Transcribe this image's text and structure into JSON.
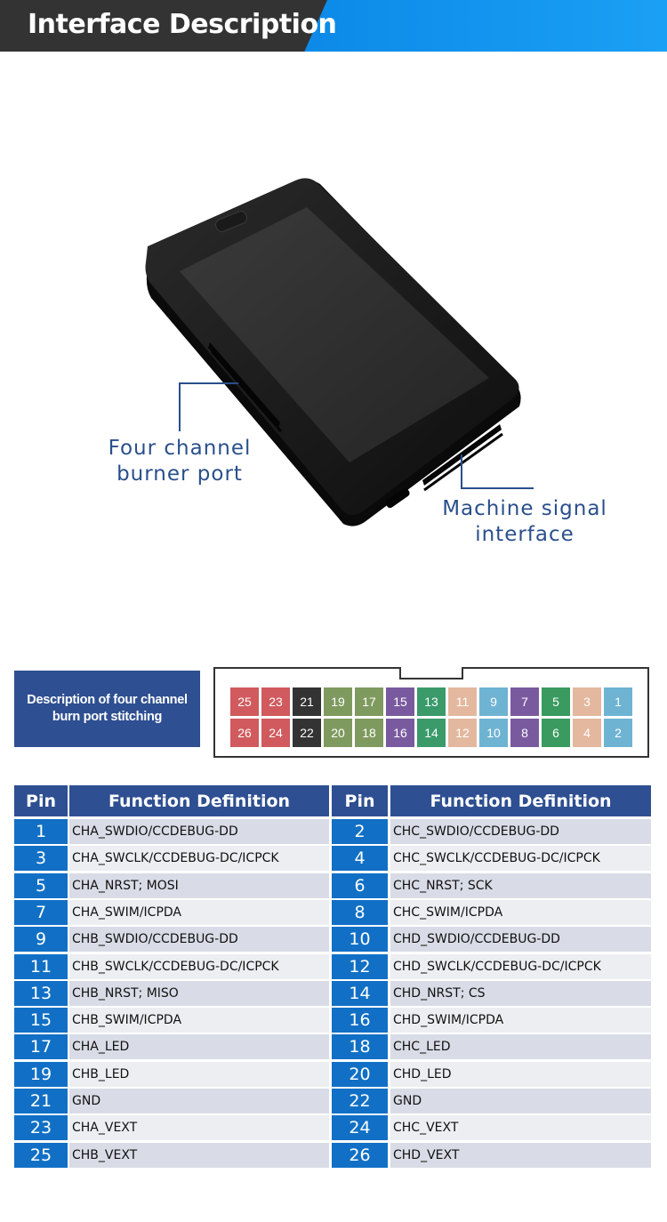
{
  "header": {
    "title": "Interface Description"
  },
  "device": {
    "callouts": [
      {
        "lines": [
          "Four channel",
          "burner port"
        ]
      },
      {
        "lines": [
          "Machine signal",
          "interface"
        ]
      }
    ]
  },
  "port": {
    "description_lines": [
      "Description of four channel",
      "burn port stitching"
    ],
    "top_row": [
      "25",
      "23",
      "21",
      "19",
      "17",
      "15",
      "13",
      "11",
      "9",
      "7",
      "5",
      "3",
      "1"
    ],
    "bottom_row": [
      "26",
      "24",
      "22",
      "20",
      "18",
      "16",
      "14",
      "12",
      "10",
      "8",
      "6",
      "4",
      "2"
    ],
    "column_colors": [
      "#d05a5d",
      "#d05a5d",
      "#333333",
      "#7f9a5f",
      "#7f9a5f",
      "#7a5a9f",
      "#3a9a6a",
      "#d3a68a",
      "#5aa3c3",
      "#7a5a9f",
      "#3a9a5f",
      "#d3a68a",
      "#5aa3c3"
    ]
  },
  "table": {
    "headers": [
      "Pin",
      "Function Definition",
      "Pin",
      "Function Definition"
    ],
    "rows": [
      [
        "1",
        "CHA_SWDIO/CCDEBUG-DD",
        "2",
        "CHC_SWDIO/CCDEBUG-DD"
      ],
      [
        "3",
        "CHA_SWCLK/CCDEBUG-DC/ICPCK",
        "4",
        "CHC_SWCLK/CCDEBUG-DC/ICPCK"
      ],
      [
        "5",
        "CHA_NRST; MOSI",
        "6",
        "CHC_NRST; SCK"
      ],
      [
        "7",
        "CHA_SWIM/ICPDA",
        "8",
        "CHC_SWIM/ICPDA"
      ],
      [
        "9",
        "CHB_SWDIO/CCDEBUG-DD",
        "10",
        "CHD_SWDIO/CCDEBUG-DD"
      ],
      [
        "11",
        "CHB_SWCLK/CCDEBUG-DC/ICPCK",
        "12",
        "CHD_SWCLK/CCDEBUG-DC/ICPCK"
      ],
      [
        "13",
        "CHB_NRST; MISO",
        "14",
        "CHD_NRST; CS"
      ],
      [
        "15",
        "CHB_SWIM/ICPDA",
        "16",
        "CHD_SWIM/ICPDA"
      ],
      [
        "17",
        "CHA_LED",
        "18",
        "CHC_LED"
      ],
      [
        "19",
        "CHB_LED",
        "20",
        "CHD_LED"
      ],
      [
        "21",
        "GND",
        "22",
        "GND"
      ],
      [
        "23",
        "CHA_VEXT",
        "24",
        "CHC_VEXT"
      ],
      [
        "25",
        "CHB_VEXT",
        "26",
        "CHD_VEXT"
      ]
    ]
  }
}
